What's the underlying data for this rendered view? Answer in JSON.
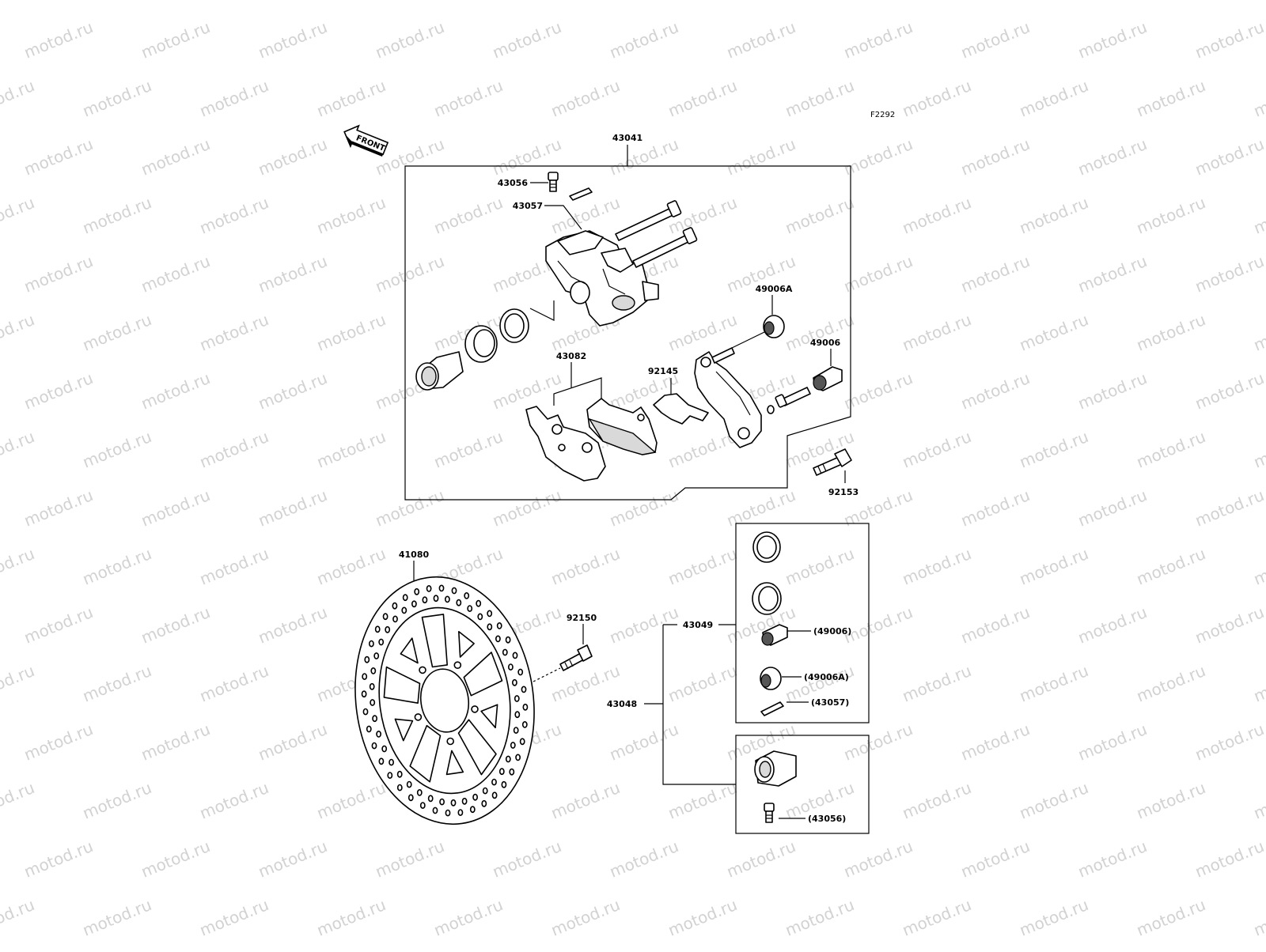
{
  "figure_code": "F2292",
  "front_label": "FRONT",
  "watermark": "motod.ru",
  "callouts": {
    "p43041": "43041",
    "p43056": "43056",
    "p43057": "43057",
    "p49006A": "49006A",
    "p49006": "49006",
    "p43082": "43082",
    "p92145": "92145",
    "p92153": "92153",
    "p41080": "41080",
    "p92150": "92150",
    "p43049": "43049",
    "p43048": "43048",
    "k49006": "(49006)",
    "k49006A": "(49006A)",
    "k43057": "(43057)",
    "k43056": "(43056)"
  }
}
